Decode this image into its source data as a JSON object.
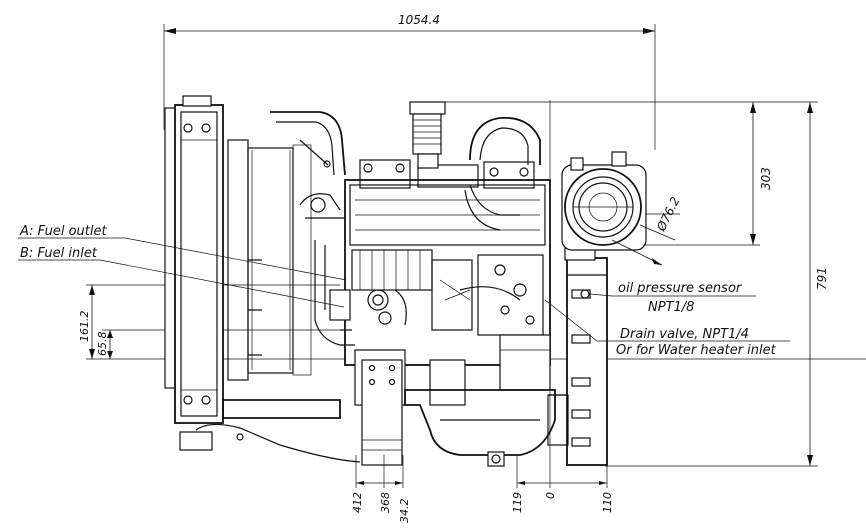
{
  "dimensions": {
    "overall_length": "1054.4",
    "height_top": "303",
    "overall_height": "791",
    "air_filter_diameter": "Ø76.2",
    "left_height_1": "161.2",
    "left_height_2": "65.8",
    "bottom_offsets": [
      "412",
      "368",
      "34.2",
      "119",
      "0",
      "110"
    ]
  },
  "labels": {
    "fuel_outlet": "A: Fuel outlet",
    "fuel_inlet": "B: Fuel inlet",
    "oil_sensor_line1": "oil pressure sensor",
    "oil_sensor_line2": "NPT1/8",
    "drain_line1": "Drain valve, NPT1/4",
    "drain_line2": "Or for Water heater inlet"
  }
}
